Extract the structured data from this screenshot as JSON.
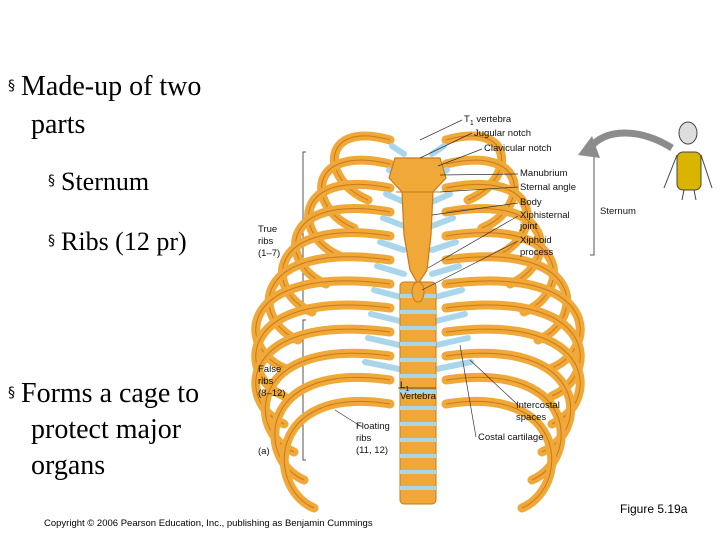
{
  "bullets": {
    "b1": "Made-up of two",
    "b1_cont": "parts",
    "sub1": "Sternum",
    "sub2": "Ribs (12 pr)",
    "b2": "Forms a cage to",
    "b2_cont1": "protect major",
    "b2_cont2": "organs"
  },
  "labels": {
    "t1_main": "T",
    "t1_sub": "1",
    "t1_rest": " vertebra",
    "jugular": "Jugular notch",
    "clavicular": "Clavicular notch",
    "manubrium": "Manubrium",
    "sternal_angle": "Sternal angle",
    "body": "Body",
    "xiphisternal1": "Xiphisternal",
    "xiphisternal2": "joint",
    "xiphoid1": "Xiphoid",
    "xiphoid2": "process",
    "sternum": "Sternum",
    "true1": "True",
    "true2": "ribs",
    "true3": "(1–7)",
    "false1": "False",
    "false2": "ribs",
    "false3": "(8–12)",
    "l1_main": "L",
    "l1_sub": "1",
    "l1_rest": "Vertebra",
    "intercostal1": "Intercostal",
    "intercostal2": "spaces",
    "costal": "Costal cartilage",
    "floating1": "Floating",
    "floating2": "ribs",
    "floating3": "(11, 12)",
    "panel": "(a)"
  },
  "footer": {
    "copyright": "Copyright © 2006 Pearson Education, Inc., publishing as Benjamin Cummings",
    "figure": "Figure 5.19a"
  },
  "colors": {
    "bone": "#f0a838",
    "bone_dark": "#c97a1a",
    "cartilage": "#a9d6ea",
    "arrow": "#8c8c8c"
  }
}
